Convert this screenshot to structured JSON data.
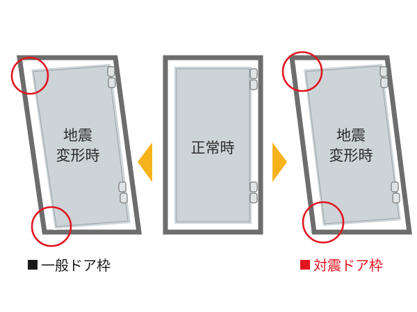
{
  "panels": {
    "left": {
      "label_line1": "地震",
      "label_line2": "変形時"
    },
    "center": {
      "label": "正常時"
    },
    "right": {
      "label_line1": "地震",
      "label_line2": "変形時"
    }
  },
  "captions": {
    "left": {
      "text": "一般ドア枠"
    },
    "right": {
      "text": "対震ドア枠"
    }
  },
  "colors": {
    "frame": "#6d6d6d",
    "door": "#ccd4d8",
    "arrow": "#f5b21b",
    "highlight_circle": "#e1141f",
    "caption_right": "#e1141f"
  },
  "icons": {
    "left_arrow": "triangle-left-icon",
    "right_arrow": "triangle-right-icon"
  }
}
